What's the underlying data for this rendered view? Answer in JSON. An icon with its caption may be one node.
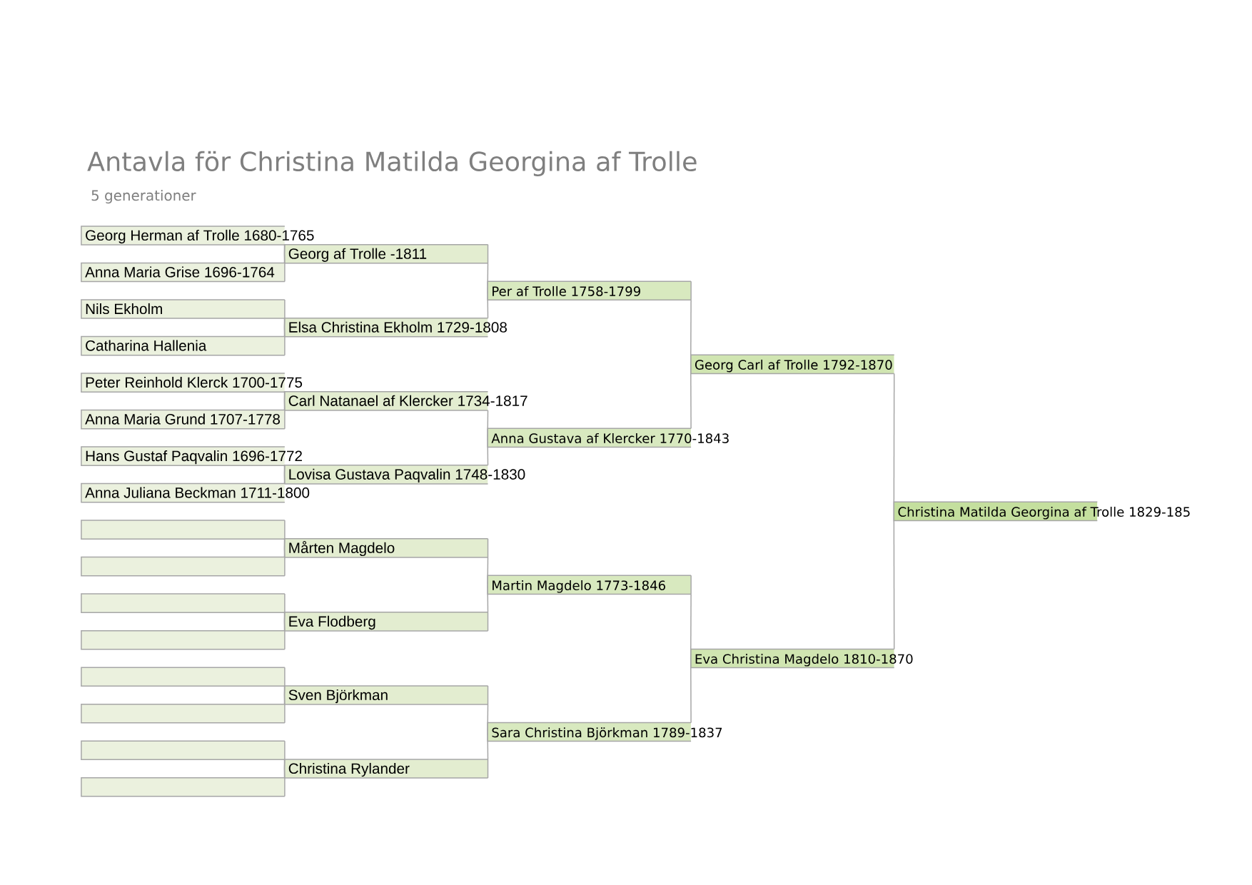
{
  "diagram": {
    "title": "Antavla för Christina Matilda Georgina af Trolle",
    "nodes": [
      {
        "text": [
          "Georg Herman af Trolle 1680-1765"
        ]
      },
      {
        "text": [
          "Georg af Trolle -1811"
        ]
      },
      {
        "text": [
          "Anna Maria Grise 1696-1764"
        ]
      },
      {
        "text": [
          "Per af Trolle 1758-1799"
        ]
      },
      {
        "text": [
          "Nils Ekholm"
        ]
      },
      {
        "text": [
          "Elsa Christina Ekholm 1729-1808"
        ]
      },
      {
        "text": [
          "Catharina Hallenia"
        ]
      },
      {
        "text": [
          "Georg Carl af Trolle 1792-1870"
        ]
      },
      {
        "text": [
          "Peter Reinhold Klerck 1700-1775"
        ]
      },
      {
        "text": [
          "Carl Natanael af Klercker 1734-1817"
        ]
      },
      {
        "text": [
          "Anna Maria Grund 1707-1778"
        ]
      },
      {
        "text": [
          "Anna Gustava af Klercker 1770-1843"
        ]
      },
      {
        "text": [
          "Hans Gustaf Paqvalin 1696-1772"
        ]
      },
      {
        "text": [
          "Lovisa Gustava Paqvalin 1748-1830"
        ]
      },
      {
        "text": [
          "Anna Juliana Beckman 1711-1800"
        ]
      },
      {
        "text": [
          "Christina Matilda Georgina af Trolle 1829-185"
        ]
      },
      {
        "text": [],
        "shape": "box"
      },
      {
        "text": [
          "Mårten Magdelo"
        ]
      },
      {
        "text": [],
        "shape": "box"
      },
      {
        "text": [
          "Martin Magdelo 1773-1846"
        ]
      },
      {
        "text": [],
        "shape": "box"
      },
      {
        "text": [
          "Eva Flodberg"
        ]
      },
      {
        "text": [],
        "shape": "box"
      },
      {
        "text": [
          "Eva Christina Magdelo 1810-1870"
        ]
      },
      {
        "text": [],
        "shape": "box"
      },
      {
        "text": [
          "Sven Björkman"
        ]
      },
      {
        "text": [],
        "shape": "box"
      },
      {
        "text": [
          "Sara Christina Björkman 1789-1837"
        ]
      },
      {
        "text": [],
        "shape": "box"
      },
      {
        "text": [
          "Christina Rylander"
        ]
      },
      {
        "text": [],
        "shape": "box"
      }
    ],
    "edges": [
      {
        "from": 0,
        "to": 1,
        "arrow": "none"
      },
      {
        "from": 2,
        "to": 1,
        "arrow": "none"
      },
      {
        "from": 4,
        "to": 5,
        "arrow": "none"
      },
      {
        "from": 6,
        "to": 5,
        "arrow": "none"
      },
      {
        "from": 8,
        "to": 9,
        "arrow": "none"
      },
      {
        "from": 10,
        "to": 9,
        "arrow": "none"
      },
      {
        "from": 12,
        "to": 13,
        "arrow": "none"
      },
      {
        "from": 14,
        "to": 13,
        "arrow": "none"
      },
      {
        "from": 16,
        "to": 17,
        "arrow": "none"
      },
      {
        "from": 18,
        "to": 17,
        "arrow": "none"
      },
      {
        "from": 20,
        "to": 21,
        "arrow": "none"
      },
      {
        "from": 22,
        "to": 21,
        "arrow": "none"
      },
      {
        "from": 24,
        "to": 25,
        "arrow": "none"
      },
      {
        "from": 26,
        "to": 25,
        "arrow": "none"
      },
      {
        "from": 28,
        "to": 29,
        "arrow": "none"
      },
      {
        "from": 30,
        "to": 29,
        "arrow": "none"
      },
      {
        "from": 1,
        "to": 3,
        "arrow": "none"
      },
      {
        "from": 5,
        "to": 3,
        "arrow": "none"
      },
      {
        "from": 9,
        "to": 11,
        "arrow": "none"
      },
      {
        "from": 13,
        "to": 11,
        "arrow": "none"
      },
      {
        "from": 17,
        "to": 19,
        "arrow": "none"
      },
      {
        "from": 21,
        "to": 19,
        "arrow": "none"
      },
      {
        "from": 25,
        "to": 27,
        "arrow": "none"
      },
      {
        "from": 29,
        "to": 27,
        "arrow": "none"
      },
      {
        "from": 3,
        "to": 7,
        "arrow": "none"
      },
      {
        "from": 11,
        "to": 7,
        "arrow": "none"
      },
      {
        "from": 19,
        "to": 23,
        "arrow": "none"
      },
      {
        "from": 27,
        "to": 23,
        "arrow": "none"
      },
      {
        "from": 7,
        "to": 15,
        "arrow": "none"
      },
      {
        "from": 23,
        "to": 15,
        "arrow": "none"
      }
    ],
    "labels": [
      "5 generationer"
    ]
  }
}
